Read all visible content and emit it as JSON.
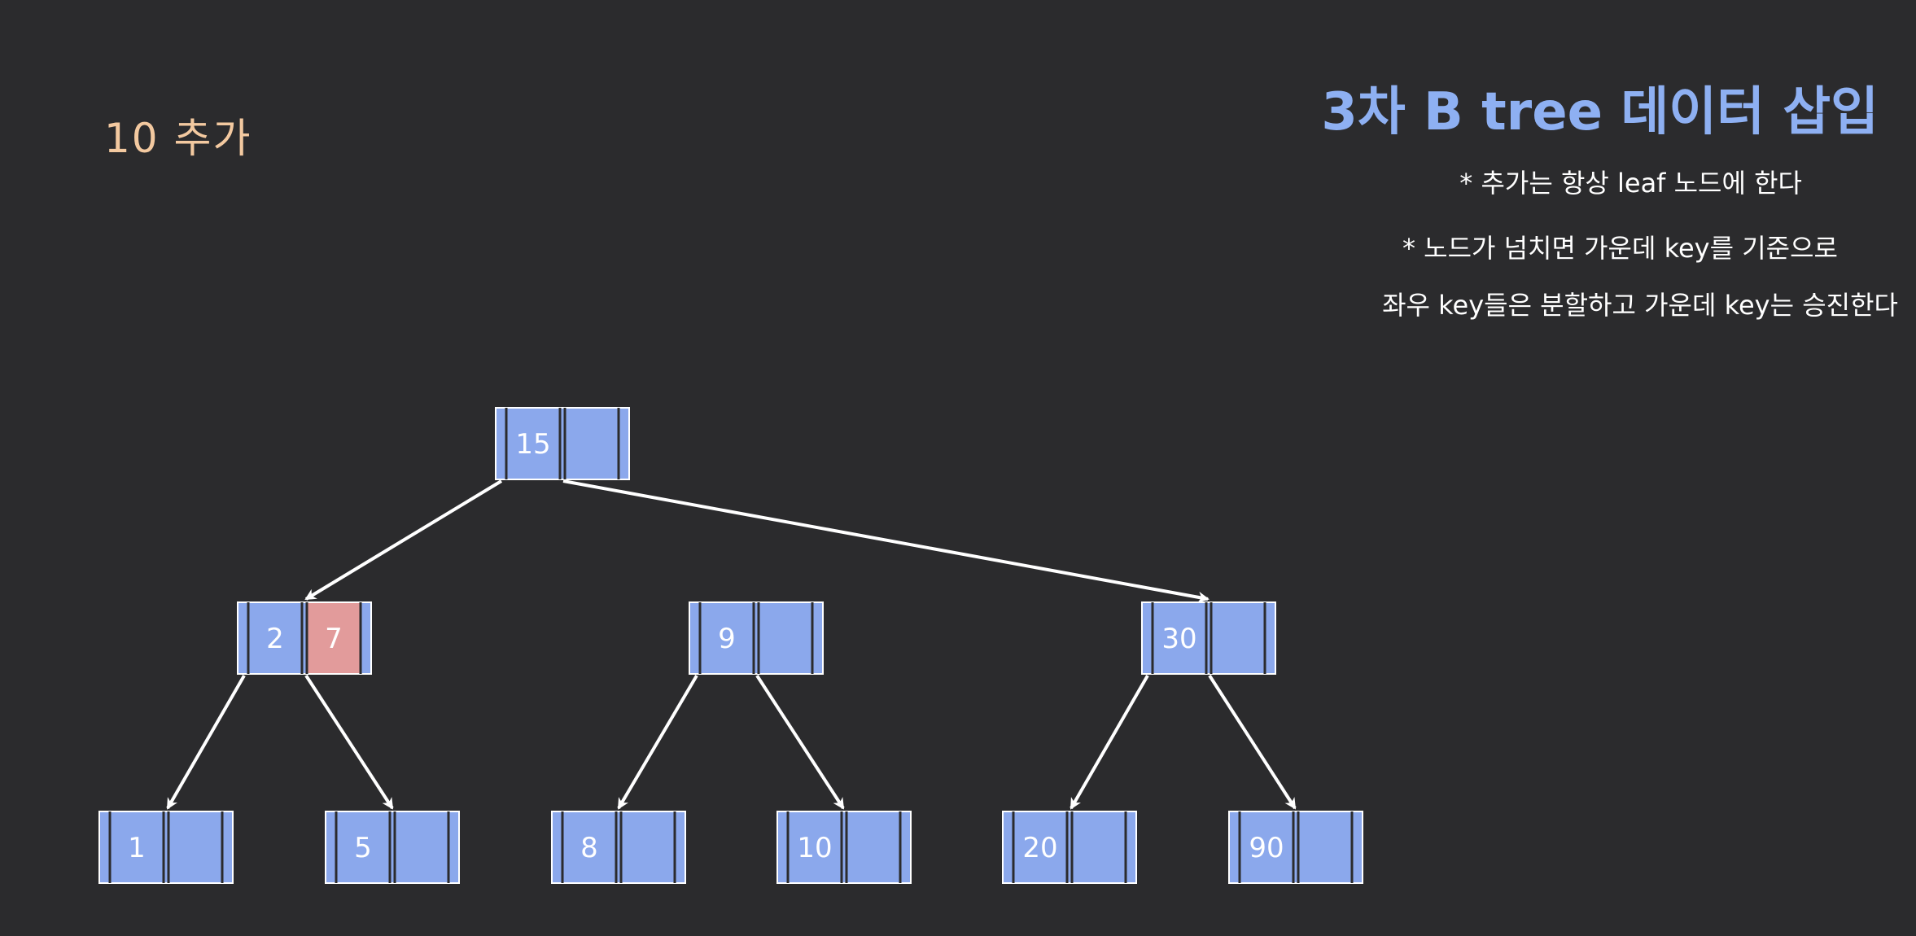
{
  "header": {
    "step": "10 추가",
    "title": "3차 B tree 데이터 삽입",
    "rules": [
      "* 추가는 항상 leaf 노드에 한다",
      "* 노드가 넘치면 가운데 key를 기준으로",
      "좌우 key들은 분할하고 가운데 key는 승진한다"
    ]
  },
  "colors": {
    "background": "#2b2b2d",
    "node_fill": "#8ba8ec",
    "node_border": "#ffffff",
    "divider": "#2b2b2d",
    "highlight_fill": "#e29b9b",
    "edge": "#ffffff"
  },
  "tree": {
    "nodes": [
      {
        "id": "root",
        "keys": [
          "15",
          ""
        ],
        "highlight": [
          false,
          false
        ]
      },
      {
        "id": "n-2-7",
        "keys": [
          "2",
          "7"
        ],
        "highlight": [
          false,
          true
        ]
      },
      {
        "id": "n-9",
        "keys": [
          "9",
          ""
        ],
        "highlight": [
          false,
          false
        ]
      },
      {
        "id": "n-30",
        "keys": [
          "30",
          ""
        ],
        "highlight": [
          false,
          false
        ]
      },
      {
        "id": "leaf-1",
        "keys": [
          "1",
          ""
        ],
        "highlight": [
          false,
          false
        ]
      },
      {
        "id": "leaf-5",
        "keys": [
          "5",
          ""
        ],
        "highlight": [
          false,
          false
        ]
      },
      {
        "id": "leaf-8",
        "keys": [
          "8",
          ""
        ],
        "highlight": [
          false,
          false
        ]
      },
      {
        "id": "leaf-10",
        "keys": [
          "10",
          ""
        ],
        "highlight": [
          false,
          false
        ]
      },
      {
        "id": "leaf-20",
        "keys": [
          "20",
          ""
        ],
        "highlight": [
          false,
          false
        ]
      },
      {
        "id": "leaf-90",
        "keys": [
          "90",
          ""
        ],
        "highlight": [
          false,
          false
        ]
      }
    ],
    "edges": [
      {
        "from": "root",
        "to": "n-2-7"
      },
      {
        "from": "root",
        "to": "n-30"
      },
      {
        "from": "n-2-7",
        "to": "leaf-1"
      },
      {
        "from": "n-2-7",
        "to": "leaf-5"
      },
      {
        "from": "n-9",
        "to": "leaf-8"
      },
      {
        "from": "n-9",
        "to": "leaf-10"
      },
      {
        "from": "n-30",
        "to": "leaf-20"
      },
      {
        "from": "n-30",
        "to": "leaf-90"
      }
    ]
  }
}
